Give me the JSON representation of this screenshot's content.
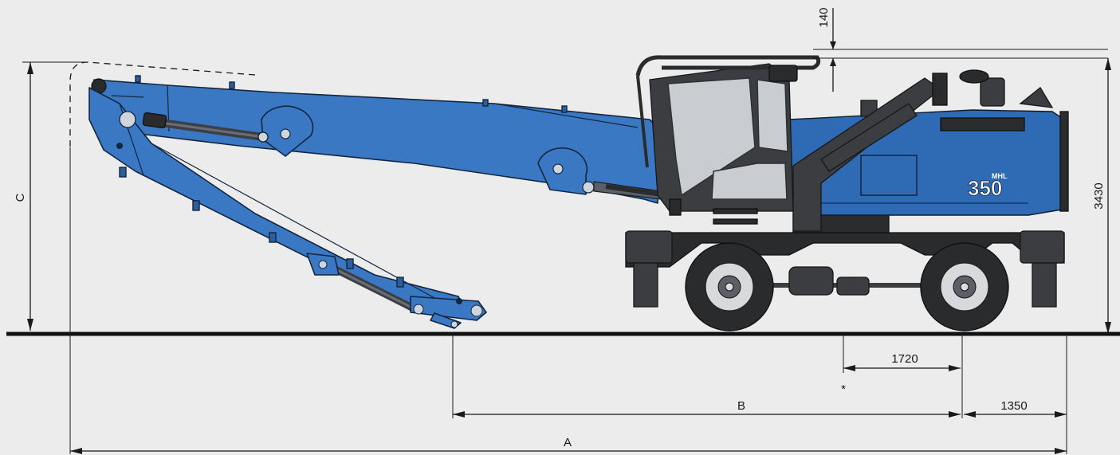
{
  "dimensions": {
    "top_clearance": "140",
    "overall_height": "3430",
    "reach_height": "C",
    "wheelbase_partial": "1720",
    "tail_swing": "1350",
    "reach_b": "B",
    "overall_length": "A",
    "note_mark": "*"
  },
  "machine": {
    "model_badge": "350",
    "model_badge_small": "MHL"
  },
  "colors": {
    "boom": "#3b78c4",
    "body": "#2f6bb5",
    "glass": "#c9ccd1"
  }
}
